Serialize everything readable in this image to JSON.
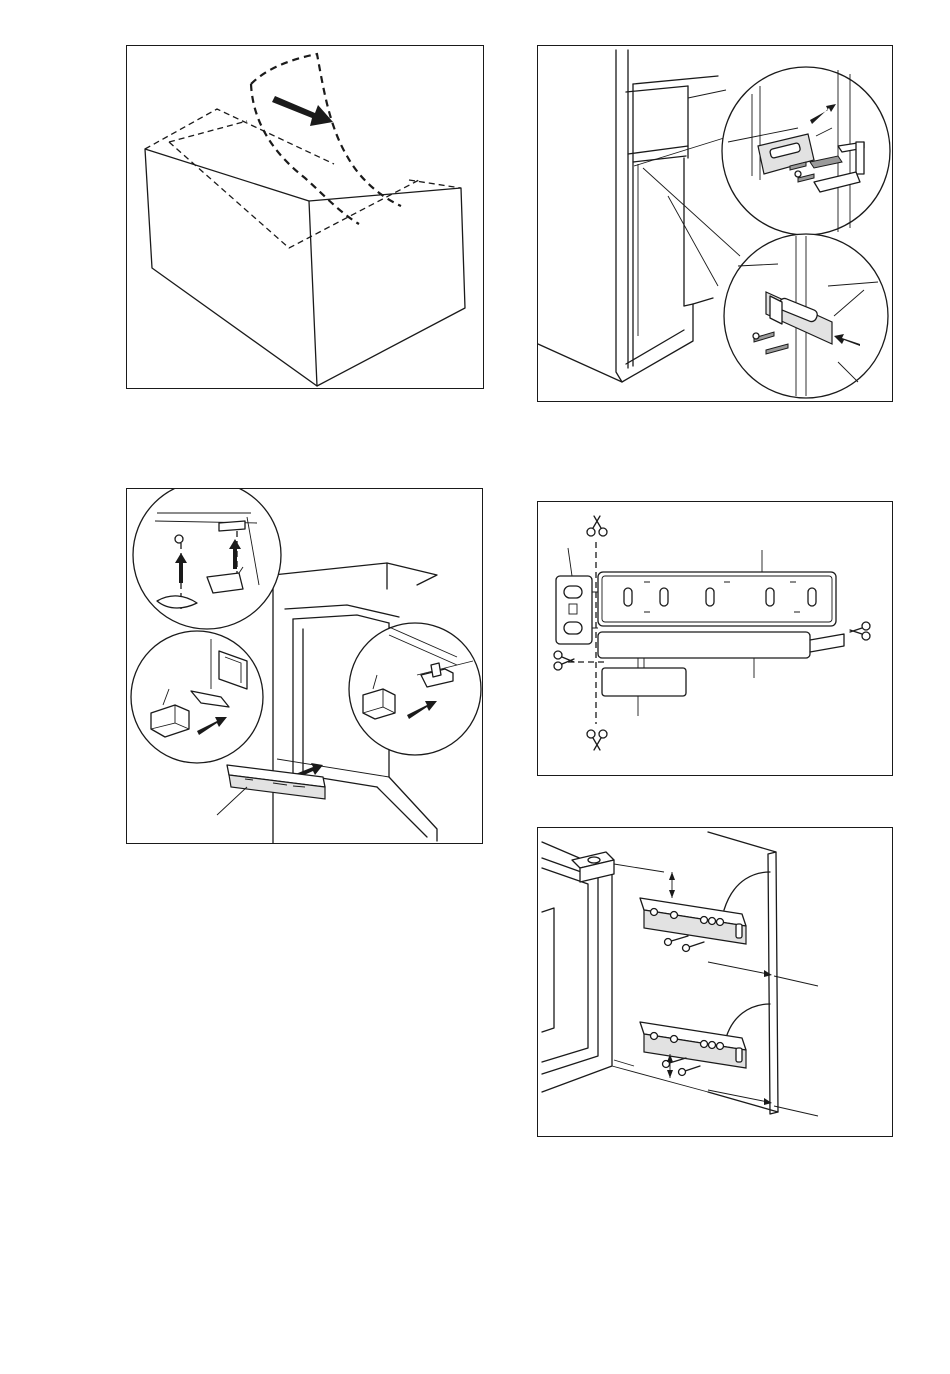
{
  "document": {
    "panels": [
      {
        "id": "packaging-removal",
        "description_icons": [
          "arrow-icon"
        ]
      },
      {
        "id": "hinge-bracket-fitting",
        "description_icons": [
          "arrow-icon",
          "screw-icon"
        ]
      },
      {
        "id": "door-spacer-fitting",
        "description_icons": [
          "arrow-icon"
        ]
      },
      {
        "id": "bracket-cutting",
        "description_icons": [
          "scissors-icon"
        ]
      },
      {
        "id": "door-bracket-mounting",
        "description_icons": [
          "arrow-icon",
          "screw-icon"
        ]
      }
    ]
  },
  "colors": {
    "line": "#1a1a1a",
    "paper": "#ffffff",
    "fill_light": "#e2e2e2",
    "fill_dark": "#9a9a9a"
  }
}
